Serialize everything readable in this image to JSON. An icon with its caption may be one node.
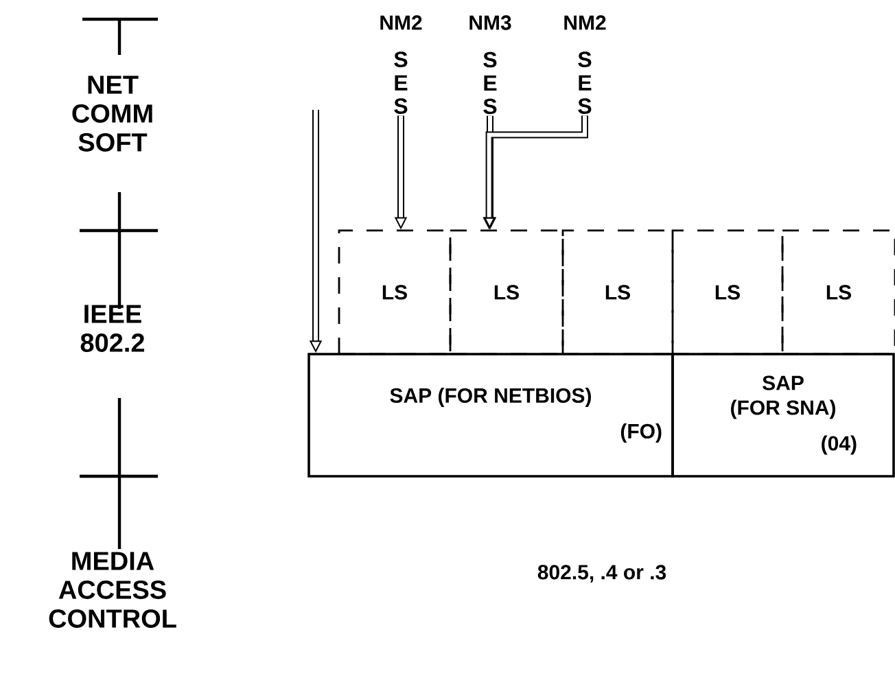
{
  "diagram": {
    "nodes": [
      {
        "text": [
          "NM2",
          "S E S"
        ]
      },
      {
        "text": [
          "NM3",
          "S E S"
        ]
      },
      {
        "text": [
          "NM2",
          "S E S"
        ]
      },
      {
        "text": [
          "LS"
        ]
      },
      {
        "text": [
          "LS"
        ]
      },
      {
        "text": [
          "LS"
        ]
      },
      {
        "text": [
          "LS"
        ]
      },
      {
        "text": [
          "LS"
        ]
      },
      {
        "text": [
          "SAP (FOR NETBIOS)",
          "(FO)"
        ]
      },
      {
        "text": [
          "SAP",
          "(FOR SNA)",
          "(04)"
        ]
      },
      {
        "text": [
          "802.5, .4 or .3"
        ]
      }
    ],
    "edges": [
      {
        "from": 0,
        "to": 3,
        "arrow": "to"
      },
      {
        "from": 1,
        "to": 4,
        "arrow": "to"
      },
      {
        "from": 2,
        "to": 4,
        "arrow": "to"
      },
      {
        "from": null,
        "to": 8,
        "arrow": "to"
      }
    ],
    "labels": [
      "NET COMM SOFT",
      "IEEE 802.2",
      "MEDIA ACCESS CONTROL"
    ]
  }
}
